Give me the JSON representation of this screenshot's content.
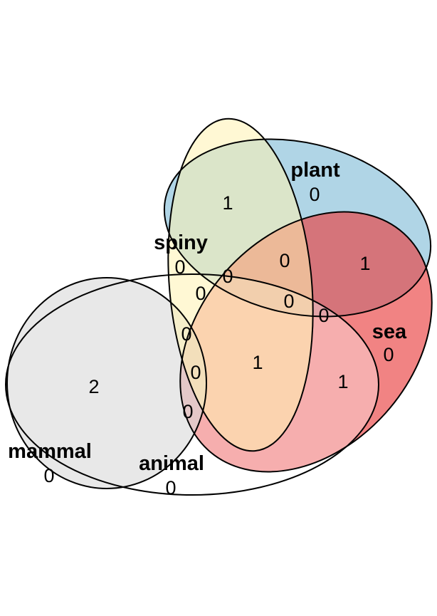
{
  "chart_data": {
    "type": "venn",
    "sets": [
      {
        "name": "plant",
        "color": "#8fc3dc"
      },
      {
        "name": "sea",
        "color": "#ea4141"
      },
      {
        "name": "animal",
        "color": "#ff9b9b"
      },
      {
        "name": "mammal",
        "color": "#d9d9d9"
      },
      {
        "name": "spiny",
        "color": "#fff2b0"
      }
    ],
    "set_labels": {
      "plant": "plant",
      "spiny": "spiny",
      "sea": "sea",
      "mammal": "mammal",
      "animal": "animal"
    },
    "counts": {
      "plant_only": "0",
      "spiny_only": "0",
      "sea_only": "0",
      "mammal_only": "0",
      "animal_only": "0",
      "plant_spiny": "1",
      "plant_sea": "1",
      "plant_spiny_sea": "0",
      "center_node": "0",
      "spiny_animal_a": "0",
      "plant_sea_animal": "0",
      "plant_sea_animal_b": "0",
      "spiny_animal_b": "0",
      "spiny_animal_mammal": "0",
      "spiny_animal_sea": "1",
      "sea_animal": "1",
      "mammal_animal": "2",
      "animal_mammal_sea": "0"
    }
  }
}
